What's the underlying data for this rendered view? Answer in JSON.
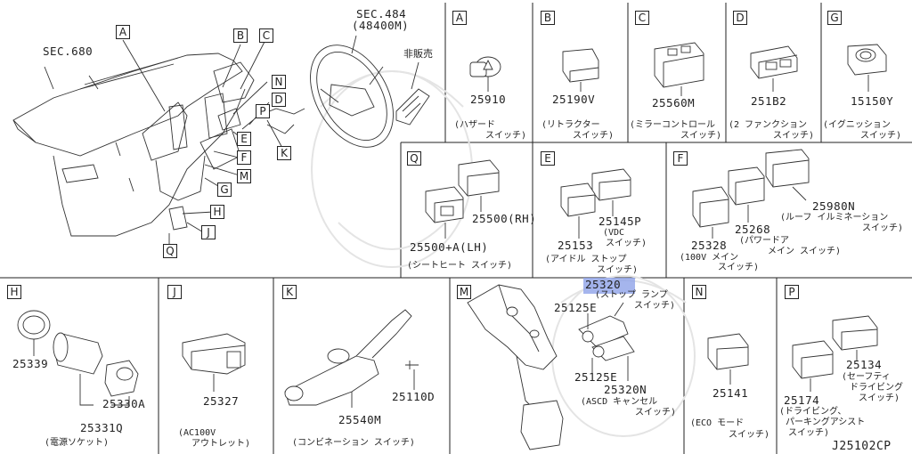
{
  "overview": {
    "sec_680": "SEC.680",
    "sec_484": "SEC.484",
    "sec_484_part": "(48400M)",
    "not_for_sale": "非販売",
    "callouts": [
      "A",
      "B",
      "C",
      "N",
      "D",
      "P",
      "E",
      "K",
      "F",
      "M",
      "G",
      "H",
      "J",
      "Q"
    ]
  },
  "panels": {
    "A": {
      "letter": "A",
      "part": "25910",
      "caption": [
        "(ハザード",
        "スイッチ)"
      ]
    },
    "B": {
      "letter": "B",
      "part": "25190V",
      "caption": [
        "(リトラクター",
        "スイッチ)"
      ]
    },
    "C": {
      "letter": "C",
      "part": "25560M",
      "caption": [
        "(ミラーコントロール",
        "スイッチ)"
      ]
    },
    "D": {
      "letter": "D",
      "part": "251B2",
      "caption": [
        "(2 ファンクション",
        "スイッチ)"
      ]
    },
    "G": {
      "letter": "G",
      "part": "15150Y",
      "caption": [
        "(イグニッション",
        "スイッチ)"
      ]
    },
    "Q": {
      "letter": "Q",
      "part_rh": "25500(RH)",
      "part_lh": "25500+A(LH)",
      "caption": [
        "(シートヒート スイッチ)"
      ]
    },
    "E": {
      "letter": "E",
      "part_vdc": "25145P",
      "vdc_caption": [
        "(VDC",
        "スイッチ)"
      ],
      "part": "25153",
      "caption": [
        "(アイドル ストップ",
        "スイッチ)"
      ]
    },
    "F": {
      "letter": "F",
      "part_roof": "25980N",
      "roof_caption": [
        "(ルーフ イルミネーション",
        "スイッチ)"
      ],
      "part_power": "25268",
      "power_caption": [
        "(パワードア",
        "メイン スイッチ)"
      ],
      "part_100v": "25328",
      "caption_100v": [
        "(100V メイン",
        "スイッチ)"
      ]
    },
    "H": {
      "letter": "H",
      "part_socket": "25339",
      "part_a": "25330A",
      "part_q": "25331Q",
      "caption": [
        "(電源ソケット)"
      ]
    },
    "J": {
      "letter": "J",
      "part": "25327",
      "caption": [
        "(AC100V",
        "アウトレット)"
      ]
    },
    "K": {
      "letter": "K",
      "part_bolt": "25110D",
      "part": "25540M",
      "caption": [
        "(コンビネーション スイッチ)"
      ]
    },
    "M": {
      "letter": "M",
      "part_stop": "25320",
      "stop_caption": [
        "(ストップ ランプ",
        "スイッチ)"
      ],
      "part_e1": "25125E",
      "part_e2": "25125E",
      "part_ascd": "25320N",
      "ascd_caption": [
        "(ASCD キャンセル",
        "スイッチ)"
      ]
    },
    "N": {
      "letter": "N",
      "part": "25141",
      "caption": [
        "(ECO モード",
        "スイッチ)"
      ]
    },
    "P": {
      "letter": "P",
      "part_safety": "25134",
      "safety_caption": [
        "(セーフティ",
        "ドライビング",
        "スイッチ)"
      ],
      "part_parking": "25174",
      "parking_caption": [
        "(ドライビング、",
        "パーキングアシスト",
        "スイッチ)"
      ]
    }
  },
  "diagram_code": "J25102CP"
}
